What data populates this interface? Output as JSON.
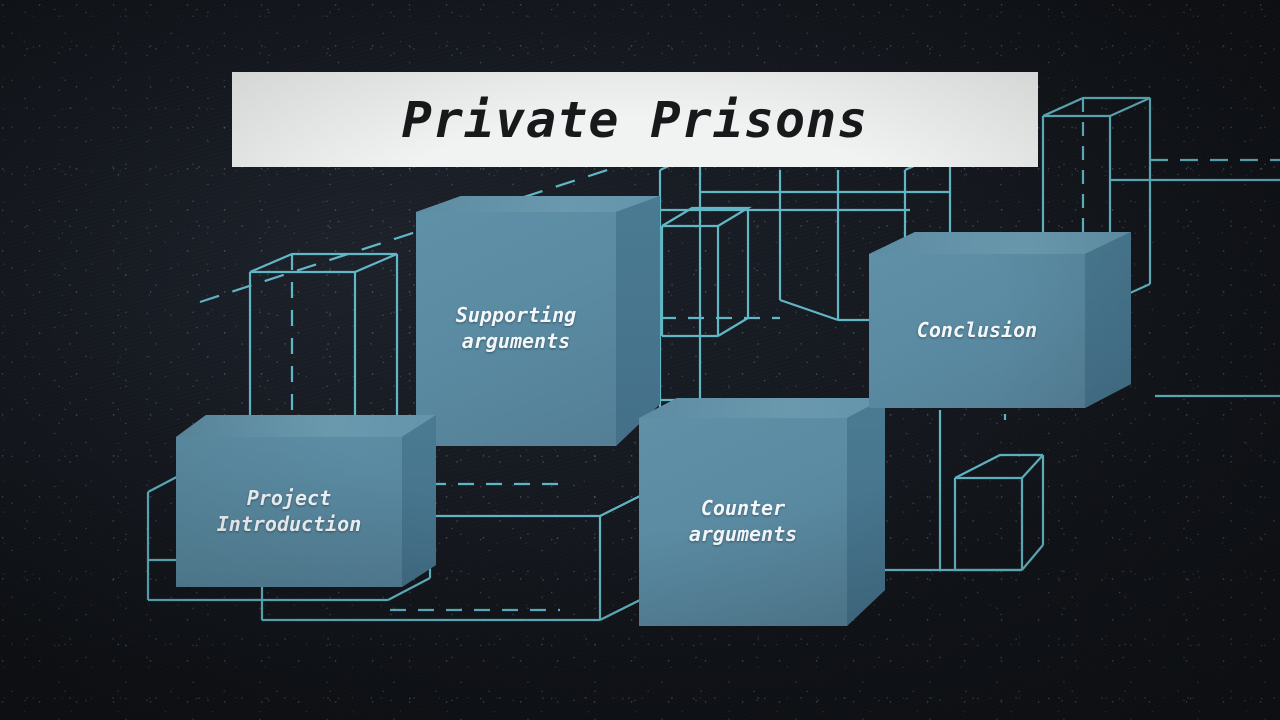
{
  "slide": {
    "background_color": "#171b22",
    "accent_wireframe_color": "#6fd2e2",
    "cube_front_color": "#5a8ba2",
    "cube_top_color": "#6493a9",
    "cube_side_color": "#44748c",
    "banner_color": "#f1f2f2",
    "title_text_color": "#18191b",
    "cube_label_color": "#f4f7fa"
  },
  "header": {
    "title": "Private Prisons"
  },
  "cubes": [
    {
      "id": "project-introduction",
      "label": "Project\nIntroduction",
      "label_line1": "Project",
      "label_line2": "Introduction"
    },
    {
      "id": "supporting-arguments",
      "label": "Supporting\narguments",
      "label_line1": "Supporting",
      "label_line2": "arguments"
    },
    {
      "id": "counter-arguments",
      "label": "Counter\narguments",
      "label_line1": "Counter",
      "label_line2": "arguments"
    },
    {
      "id": "conclusion",
      "label": "Conclusion",
      "label_line1": "Conclusion",
      "label_line2": ""
    }
  ]
}
